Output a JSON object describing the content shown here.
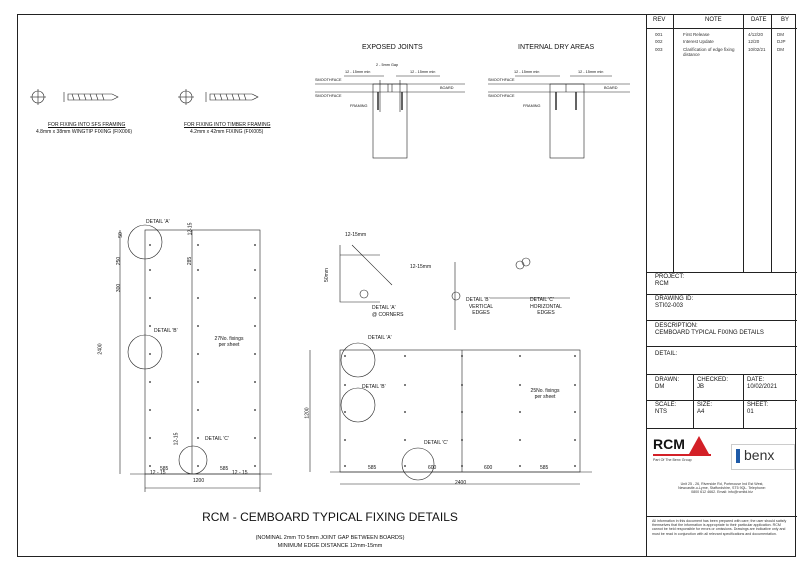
{
  "revisions": {
    "headers": {
      "rev": "REV",
      "note": "NOTE",
      "date": "DATE",
      "by": "BY"
    },
    "rows": [
      {
        "rev": "001",
        "note": "First Release",
        "date": "4/12/20",
        "by": "DM"
      },
      {
        "rev": "002",
        "note": "Interest Update",
        "date": "12/20",
        "by": "DJP"
      },
      {
        "rev": "003",
        "note": "Clarification of edge fixing distance",
        "date": "10/02/21",
        "by": "DM"
      }
    ]
  },
  "titleblock": {
    "project_label": "PROJECT:",
    "project": "RCM",
    "drawing_id_label": "DRAWING ID:",
    "drawing_id": "STI02-003",
    "description_label": "DESCRIPTION:",
    "description": "CEMBOARD TYPICAL FIXING DETAILS",
    "detail_label": "DETAIL:",
    "drawn_label": "DRAWN:",
    "drawn": "DM",
    "checked_label": "CHECKED:",
    "checked": "JB",
    "date_label": "DATE:",
    "date": "10/02/2021",
    "scale_label": "SCALE:",
    "scale": "NTS",
    "size_label": "SIZE:",
    "size": "A4",
    "sheet_label": "SHEET:",
    "sheet": "01",
    "logo_rcm": "RCM",
    "logo_rcm_tag": "Part Of The Benx Group",
    "logo_benx": "benx",
    "address": "Unit 25 - 26, Riverside Rd, Portmouse Ind Est West, Newcastle-u-Lyme, Staffordshire, ST5 9QL. Telephone: 0800 612 4662. Email: info@rcmltd.biz",
    "disclaimer": "All information in this document has been prepared with care; the user should satisfy themselves that the information is appropriate to their particular application. RCM cannot be held responsible for errors or omissions. Drawings are indicative only and must be read in conjunction with all relevant specifications and documentation."
  },
  "drawing": {
    "title": "RCM - CEMBOARD TYPICAL FIXING DETAILS",
    "note1": "(NOMINAL 2mm TO 5mm JOINT GAP BETWEEN BOARDS)",
    "note2": "MINIMUM EDGE DISTANCE 12mm-15mm",
    "exposed_joints": "EXPOSED JOINTS",
    "internal_dry": "INTERNAL DRY AREAS",
    "fix_sfs_1": "FOR FIXING INTO SFS FRAMING",
    "fix_sfs_2": "4.8mm x 38mm WINGTIP FIXING (FIX006)",
    "fix_timber_1": "FOR FIXING INTO TIMBER FRAMING",
    "fix_timber_2": "4.2mm x 42mm FIXING (FIX005)",
    "smoothface": "SMOOTHFACE",
    "board": "BOARD",
    "framing": "FRAMING",
    "gap_label": "2 - 5mm Gap",
    "edge_a": "12 - 15mm min",
    "edge_b": "12 - 15mm min",
    "detail_a": "DETAIL 'A'",
    "detail_b": "DETAIL 'B'",
    "detail_c": "DETAIL 'C'",
    "at_corners": "@ CORNERS",
    "vertical_edges": "VERTICAL EDGES",
    "horizontal_edges": "HORIZONTAL EDGES",
    "fixings_27": "27No. fixings per sheet",
    "fixings_25": "25No. fixings per sheet",
    "d_12_15mm": "12-15mm",
    "d_12_15": "12 - 15",
    "d_50mm": "50mm",
    "d_2400": "2400",
    "d_1200": "1200",
    "d_585": "585",
    "d_600": "600",
    "d_285": "285",
    "d_300": "300",
    "d_250": "250",
    "d_50": "50",
    "d_12_15n": "12-15"
  }
}
